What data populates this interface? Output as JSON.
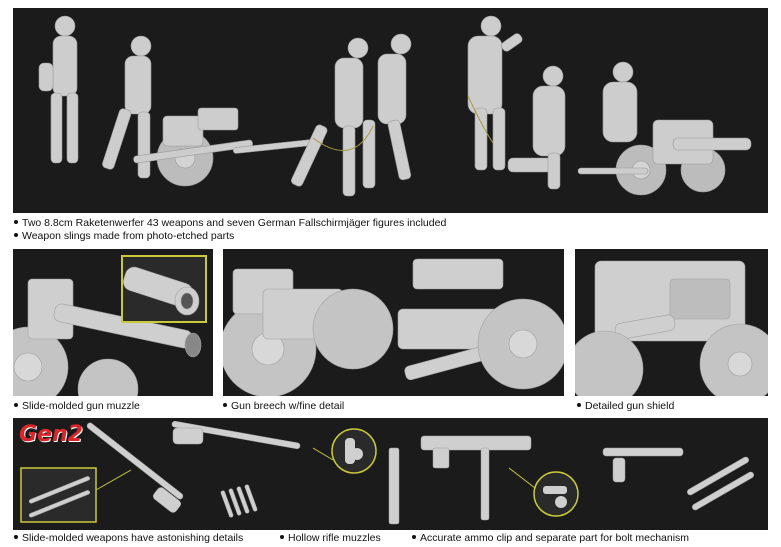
{
  "top_captions": [
    "Two 8.8cm Raketenwerfer 43 weapons and seven German Fallschirmjäger figures included",
    "Weapon slings made from photo-etched parts"
  ],
  "detail_captions": {
    "muzzle": "Slide-molded gun muzzle",
    "breech": "Gun breech w/fine detail",
    "shield": "Detailed gun shield"
  },
  "bottom_captions": {
    "weapons": "Slide-molded weapons have astonishing details",
    "muzzles": "Hollow rifle muzzles",
    "ammo": "Accurate ammo clip and separate part for bolt mechanism"
  },
  "logo": {
    "text": "Gen2",
    "color": "#d8262b"
  },
  "colors": {
    "panel_bg": "#1b1b1b",
    "model_grey": "#c8c8c8",
    "inset_border": "#c9c93a"
  }
}
